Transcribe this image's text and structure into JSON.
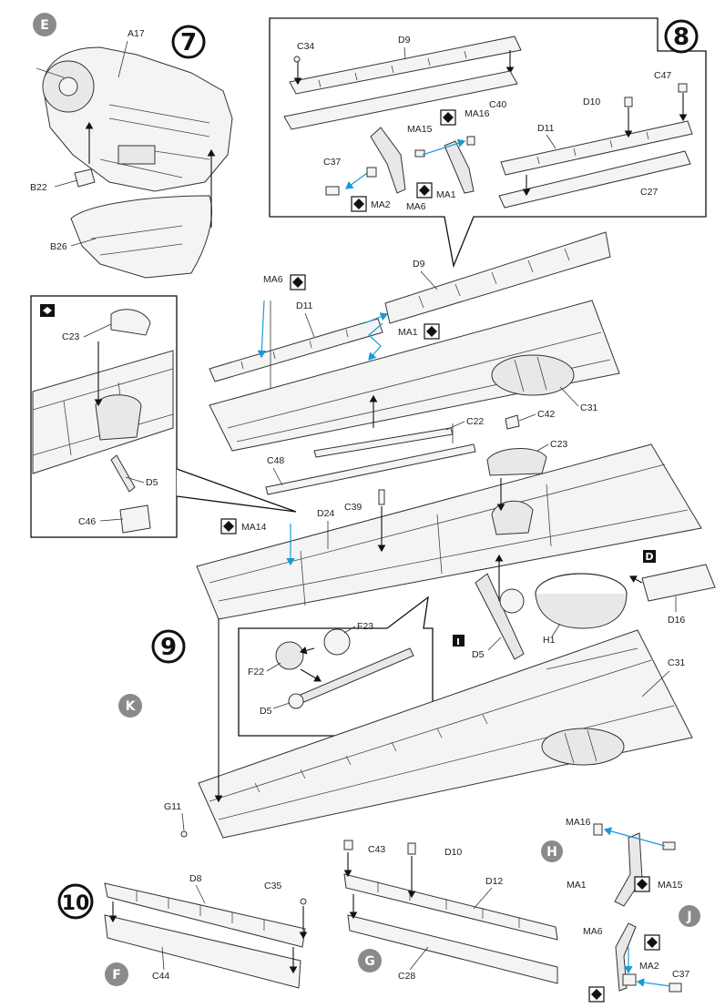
{
  "steps": {
    "s7": "7",
    "s8": "8",
    "s9": "9",
    "s10": "10"
  },
  "badges": {
    "E": "E",
    "K": "K",
    "F": "F",
    "G": "G",
    "H": "H",
    "J": "J",
    "D": "D",
    "I": "I"
  },
  "labels": {
    "A17": "A17",
    "B22": "B22",
    "B26": "B26",
    "C34": "C34",
    "D9_top": "D9",
    "C40": "C40",
    "MA16_top": "MA16",
    "MA15_top": "MA15",
    "C37_top": "C37",
    "MA2_top": "MA2",
    "MA6_top": "MA6",
    "MA1_top": "MA1",
    "D10_top": "D10",
    "C47": "C47",
    "D11_top": "D11",
    "C27": "C27",
    "MA6_mid": "MA6",
    "D9_mid": "D9",
    "D11_mid": "D11",
    "MA1_mid": "MA1",
    "C23_inset": "C23",
    "D5_inset": "D5",
    "C46": "C46",
    "C31_top": "C31",
    "C42": "C42",
    "C22": "C22",
    "C48": "C48",
    "C23_mid": "C23",
    "C39": "C39",
    "D24": "D24",
    "MA14": "MA14",
    "D16": "D16",
    "H1": "H1",
    "D5_mid": "D5",
    "F23": "F23",
    "F22": "F22",
    "D5_inset2": "D5",
    "C31_bot": "C31",
    "G11": "G11",
    "D8": "D8",
    "C35": "C35",
    "C44": "C44",
    "C43": "C43",
    "D10_bot": "D10",
    "D12": "D12",
    "C28": "C28",
    "MA16_bot": "MA16",
    "MA1_bot": "MA1",
    "MA15_bot": "MA15",
    "MA6_bot": "MA6",
    "MA2_bot": "MA2",
    "C37_bot": "C37"
  }
}
